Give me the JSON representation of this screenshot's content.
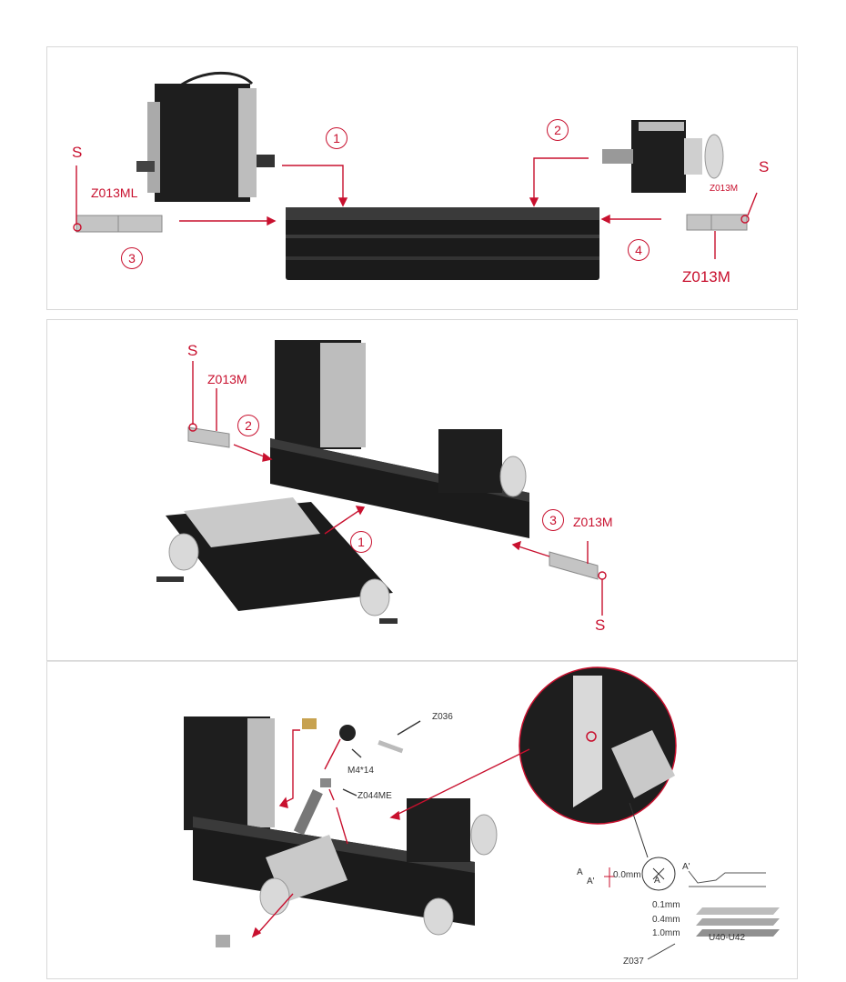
{
  "panel1": {
    "labels": {
      "s_left": "S",
      "z013ml": "Z013ML",
      "s_right": "S",
      "z013m_small": "Z013M",
      "z013m_big": "Z013M"
    },
    "steps": {
      "one": "1",
      "two": "2",
      "three": "3",
      "four": "4"
    }
  },
  "panel2": {
    "labels": {
      "s_top": "S",
      "z013m_top": "Z013M",
      "z013m_right": "Z013M",
      "s_bottom": "S"
    },
    "steps": {
      "one": "1",
      "two": "2",
      "three": "3"
    }
  },
  "panel3": {
    "labels": {
      "z036": "Z036",
      "m4x14": "M4*14",
      "z044me": "Z044ME",
      "a_left": "A",
      "a_prime_left": "A'",
      "zero_mm": "0.0mm",
      "a_prime_right": "A'",
      "a_cross": "A",
      "mm01": "0.1mm",
      "mm04": "0.4mm",
      "mm10": "1.0mm",
      "u40_u42": "U40-U42",
      "z037": "Z037"
    }
  },
  "colors": {
    "accent": "#c8102e",
    "metal_dark": "#1e1e1e",
    "metal_light": "#c9c9c9"
  }
}
